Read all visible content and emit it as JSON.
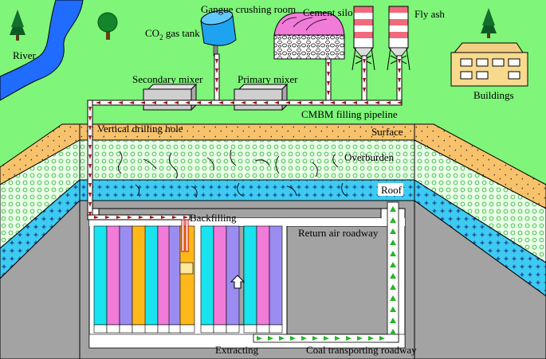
{
  "labels": {
    "river": "River",
    "co2_gas_tank_main": "CO",
    "co2_gas_tank_sub": "2",
    "co2_gas_tank_tail": " gas tank",
    "gangue_crushing_room": "Gangue crushing room",
    "cement_silo": "Cement silo",
    "fly_ash": "Fly ash",
    "secondary_mixer": "Secondary mixer",
    "primary_mixer": "Primary mixer",
    "buildings": "Buildings",
    "cmbm_filling_pipeline": "CMBM filling pipeline",
    "vertical_drilling_hole": "Vertical drilling hole",
    "surface": "Surface",
    "overburden": "Overburden",
    "roof": "Roof",
    "backfilling": "Backfilling",
    "return_air_roadway": "Return air roadway",
    "extracting": "Extracting",
    "coal_transporting_roadway": "Coal transporting roadway"
  },
  "colors": {
    "ground": "#7ff57a",
    "river": "#1f6cff",
    "surface_layer": "#f7c26b",
    "overburden_layer": "#e9ffe9",
    "overburden_circle": "#35b535",
    "roof_layer": "#3ecbf0",
    "floor": "#a3a3a3",
    "pipe_arrow": "#9b1414",
    "conveyor_arrow": "#26b526",
    "strip_cyan": "#19e3ee",
    "strip_pink": "#f07bd8",
    "strip_purple": "#9b8cf2",
    "strip_orange": "#ffb81a",
    "co2_tank": "#1ea3f0",
    "silo_stripe": "#f06a7b"
  },
  "strip_sequence": [
    "cyan",
    "pink",
    "purple",
    "orange",
    "cyan",
    "pink",
    "purple",
    "orange",
    "cyan",
    "pink",
    "purple",
    "cyan",
    "pink",
    "purple"
  ]
}
